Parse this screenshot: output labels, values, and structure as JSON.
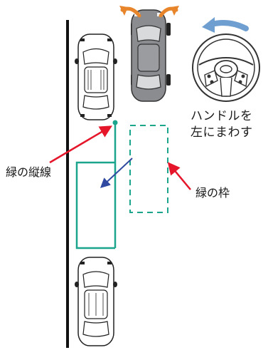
{
  "labels": {
    "instruction_line1": "ハンドルを",
    "instruction_line2": "左にまわす",
    "green_vertical_line": "緑の縦線",
    "green_frame": "緑の枠"
  },
  "colors": {
    "guide_green": "#1aa58c",
    "callout_red": "#e5162a",
    "direction_blue": "#2f4aa0",
    "rotation_arrow_blue": "#6f9ed0",
    "wheel_turn_orange": "#e8852a",
    "curb_line": "#111111",
    "car_white": "#ffffff",
    "car_gray": "#8a8c90"
  },
  "icons": {
    "steering_wheel": "steering-wheel-icon",
    "rotation_arrow": "counterclockwise-arrow-icon"
  }
}
